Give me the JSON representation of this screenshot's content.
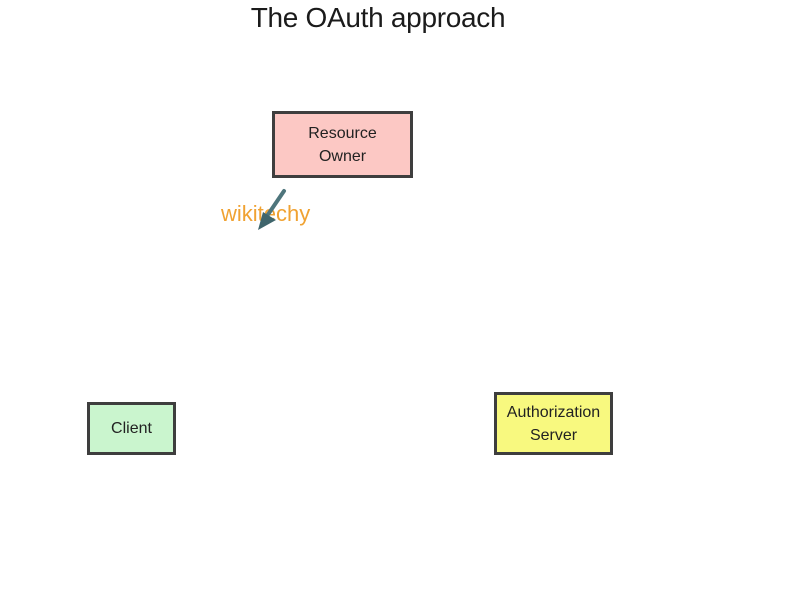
{
  "title": "The OAuth approach",
  "watermark": {
    "text": "wikitechy",
    "color": "#f0a232",
    "icon": "pen-down-left-arrow-icon"
  },
  "diagram": {
    "nodes": [
      {
        "id": "resource-owner",
        "lines": [
          "Resource",
          "Owner"
        ],
        "fill": "#fcc8c4"
      },
      {
        "id": "client",
        "lines": [
          "Client"
        ],
        "fill": "#caf5ce"
      },
      {
        "id": "authorization-server",
        "lines": [
          "Authorization",
          "Server"
        ],
        "fill": "#f8f97f"
      }
    ],
    "border_color": "#3e3e3e",
    "text_color": "#222222",
    "pen_color": "#4a7077"
  }
}
